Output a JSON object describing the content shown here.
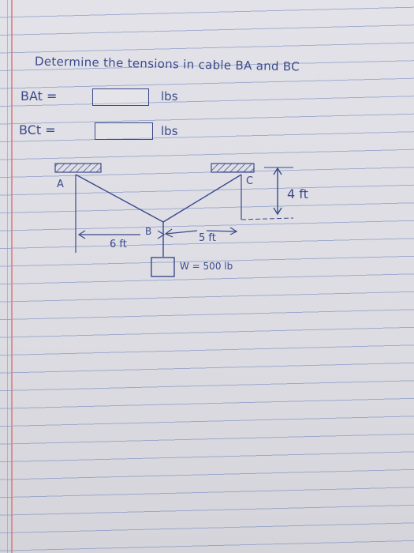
{
  "question": {
    "title": "Determine the tensions in cable BA and BC"
  },
  "answers": [
    {
      "label": "BAt =",
      "unit": "lbs",
      "value": ""
    },
    {
      "label": "BCt =",
      "unit": "lbs",
      "value": ""
    }
  ],
  "diagram": {
    "point_a": "A",
    "point_b": "B",
    "point_c": "C",
    "dim_left": "6 ft",
    "dim_right": "5 ft",
    "dim_height": "4 ft",
    "weight": "W = 500 lb"
  },
  "colors": {
    "ink": "#3b4a8c",
    "rule_lines": "#6e82be",
    "margin": "#d77878"
  }
}
